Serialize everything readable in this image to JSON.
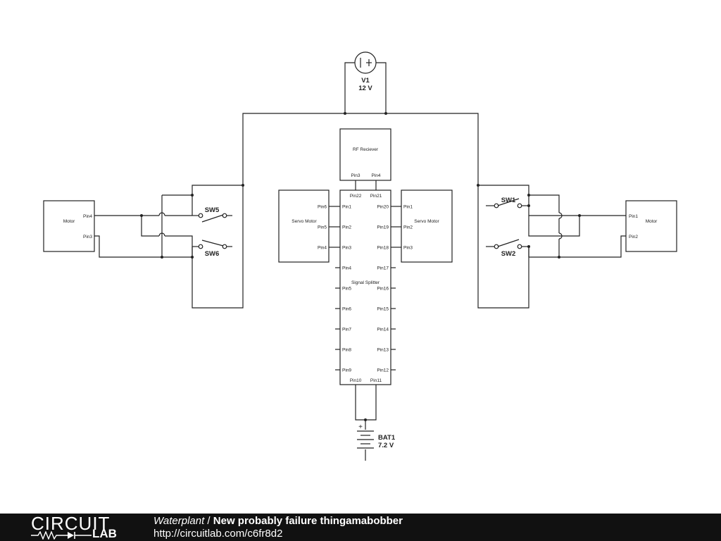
{
  "components": {
    "v1": {
      "ref": "V1",
      "value": "12 V"
    },
    "bat1": {
      "ref": "BAT1",
      "value": "7.2 V"
    },
    "rf": {
      "title": "RF Reciever",
      "pins": [
        "Pin3",
        "Pin4"
      ]
    },
    "splitter": {
      "title": "Signal Splitter",
      "top_pins": [
        "Pin22",
        "Pin21"
      ],
      "left_pins": [
        "Pin1",
        "Pin2",
        "Pin3",
        "Pin4",
        "Pin5",
        "Pin6",
        "Pin7",
        "Pin8",
        "Pin9"
      ],
      "right_pins": [
        "Pin20",
        "Pin19",
        "Pin18",
        "Pin17",
        "Pin16",
        "Pin15",
        "Pin14",
        "Pin13",
        "Pin12"
      ],
      "bottom_pins": [
        "Pin10",
        "Pin11"
      ]
    },
    "servo_left": {
      "title": "Servo Motor",
      "pins": [
        "Pin6",
        "Pin5",
        "Pin4"
      ]
    },
    "servo_right": {
      "title": "Servo Motor",
      "pins": [
        "Pin1",
        "Pin2",
        "Pin3"
      ]
    },
    "motor_left": {
      "title": "Motor",
      "pins": [
        "Pin4",
        "Pin3"
      ]
    },
    "motor_right": {
      "title": "Motor",
      "pins": [
        "Pin1",
        "Pin2"
      ]
    },
    "switches": {
      "sw1": "SW1",
      "sw2": "SW2",
      "sw5": "SW5",
      "sw6": "SW6"
    }
  },
  "footer": {
    "logo_top": "CIRCUIT",
    "logo_bottom": "LAB",
    "user": "Waterplant",
    "separator": " / ",
    "project": "New probably failure thingamabobber",
    "url": "http://circuitlab.com/c6fr8d2"
  }
}
